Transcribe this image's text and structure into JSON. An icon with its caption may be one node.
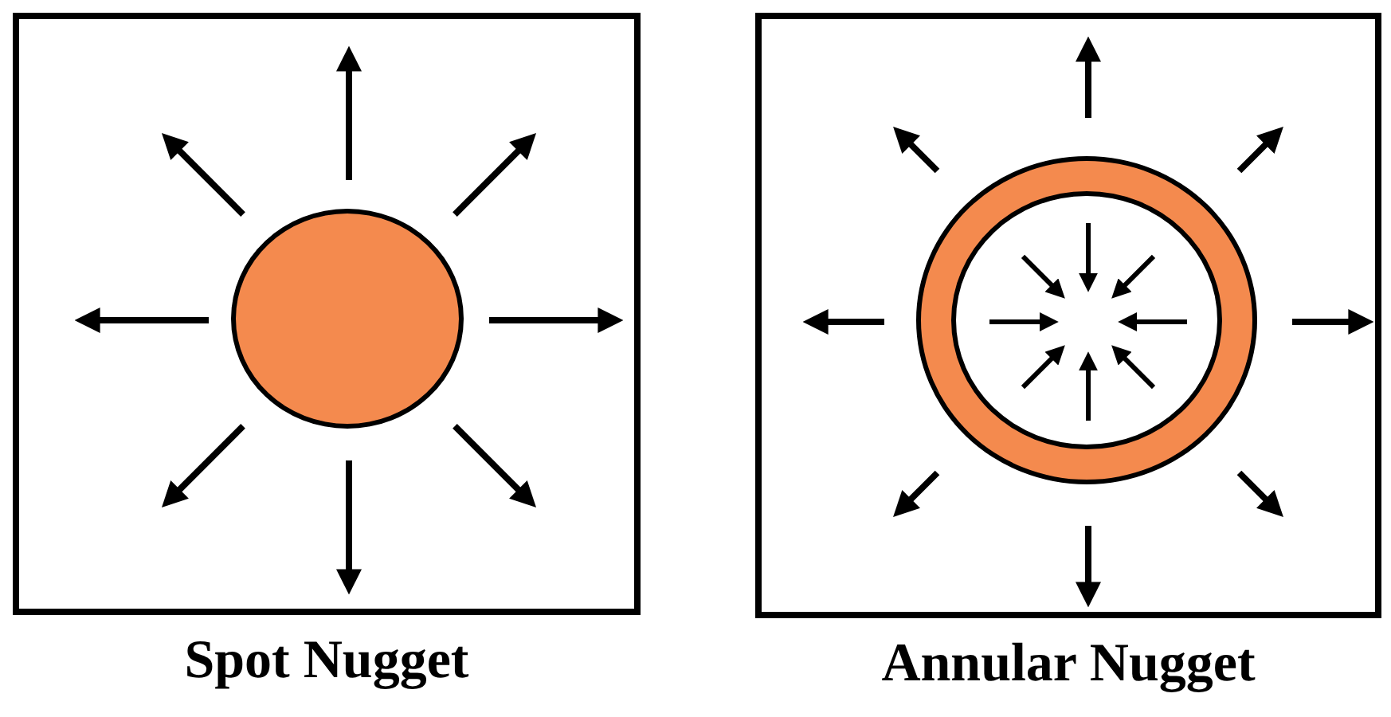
{
  "diagram": {
    "nodes": [
      {
        "text": [
          "Spot Nugget"
        ]
      },
      {
        "text": [],
        "shape": "circle",
        "in": 0
      },
      {
        "text": [
          "Annular Nugget"
        ]
      },
      {
        "text": [],
        "shape": "circle",
        "in": 2
      }
    ]
  }
}
